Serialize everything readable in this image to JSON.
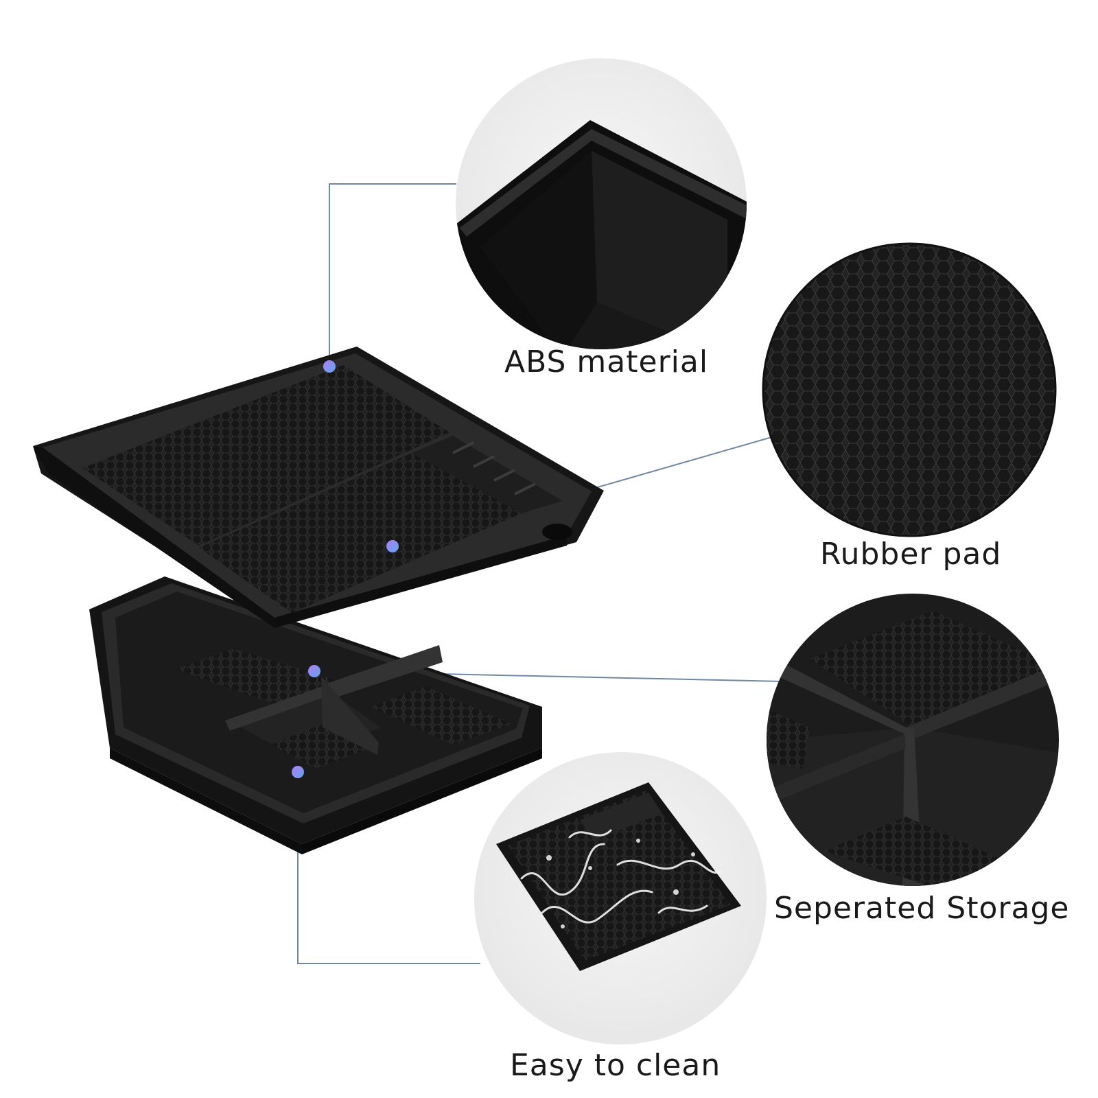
{
  "features": {
    "abs": {
      "label": "ABS material"
    },
    "rubber": {
      "label": "Rubber pad"
    },
    "separated": {
      "label": "Seperated Storage"
    },
    "clean": {
      "label": "Easy to clean"
    }
  },
  "colors": {
    "background": "#ffffff",
    "circle_bg": "#efefef",
    "tray": "#1c1c1c",
    "leader_line": "#6f88a3",
    "dot_start": "#b57cf2",
    "dot_end": "#5aa8f2"
  }
}
